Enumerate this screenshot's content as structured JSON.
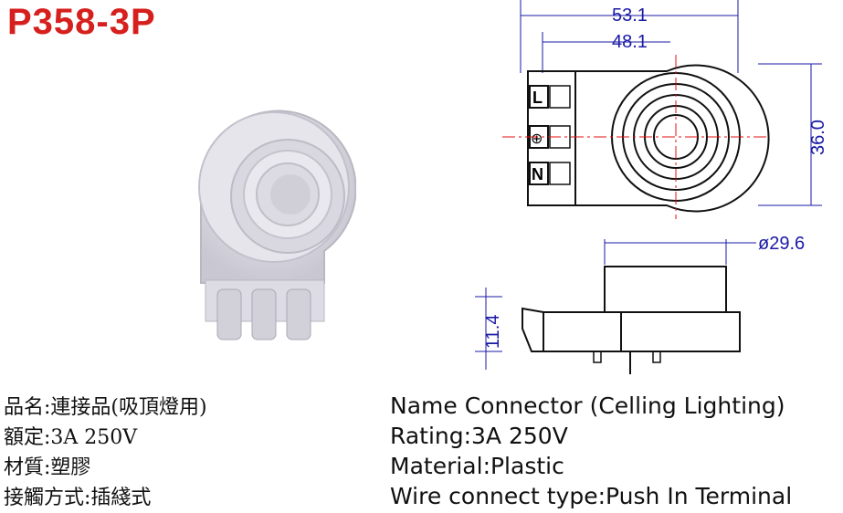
{
  "header": {
    "model": "P358-3P"
  },
  "dimensions": {
    "outer_width": "53.1",
    "inner_width": "48.1",
    "height": "36.0",
    "diameter": "ø29.6",
    "depth": "11.4"
  },
  "terminals": [
    "L",
    "⊕",
    "N"
  ],
  "specs_cn": [
    "品名:連接品(吸頂燈用)",
    "額定:3A 250V",
    "材質:塑膠",
    "接觸方式:插綫式"
  ],
  "specs_en": [
    "Name Connector (Celling Lighting)",
    "Rating:3A 250V",
    "Material:Plastic",
    "Wire connect type:Push In Terminal"
  ],
  "colors": {
    "model_red": "#d6201e",
    "dimension_blue": "#1a1aa6",
    "centerline_red": "#e01010"
  }
}
